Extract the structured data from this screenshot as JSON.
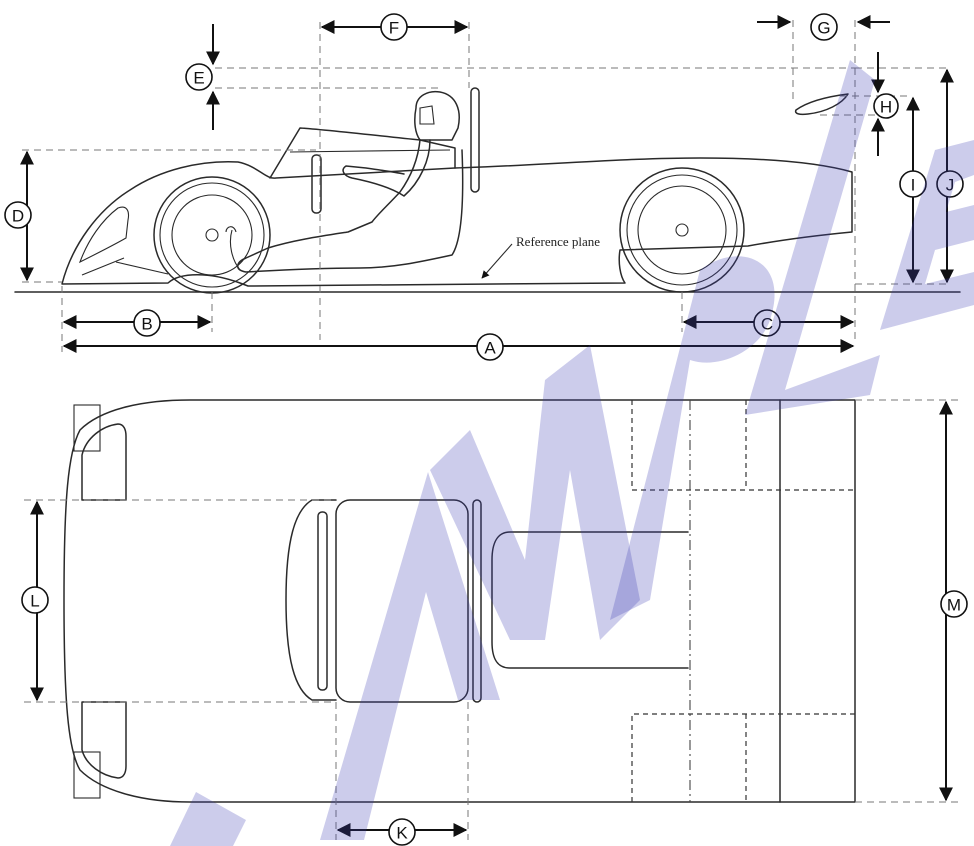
{
  "diagram": {
    "reference_plane_label": "Reference plane",
    "dimension_labels": {
      "A": "A",
      "B": "B",
      "C": "C",
      "D": "D",
      "E": "E",
      "F": "F",
      "G": "G",
      "H": "H",
      "I": "I",
      "J": "J",
      "K": "K",
      "L": "L",
      "M": "M"
    },
    "watermark_text": "SAMPLE",
    "colors": {
      "line": "#2a2a2a",
      "watermark": "#3a3ab3"
    }
  }
}
